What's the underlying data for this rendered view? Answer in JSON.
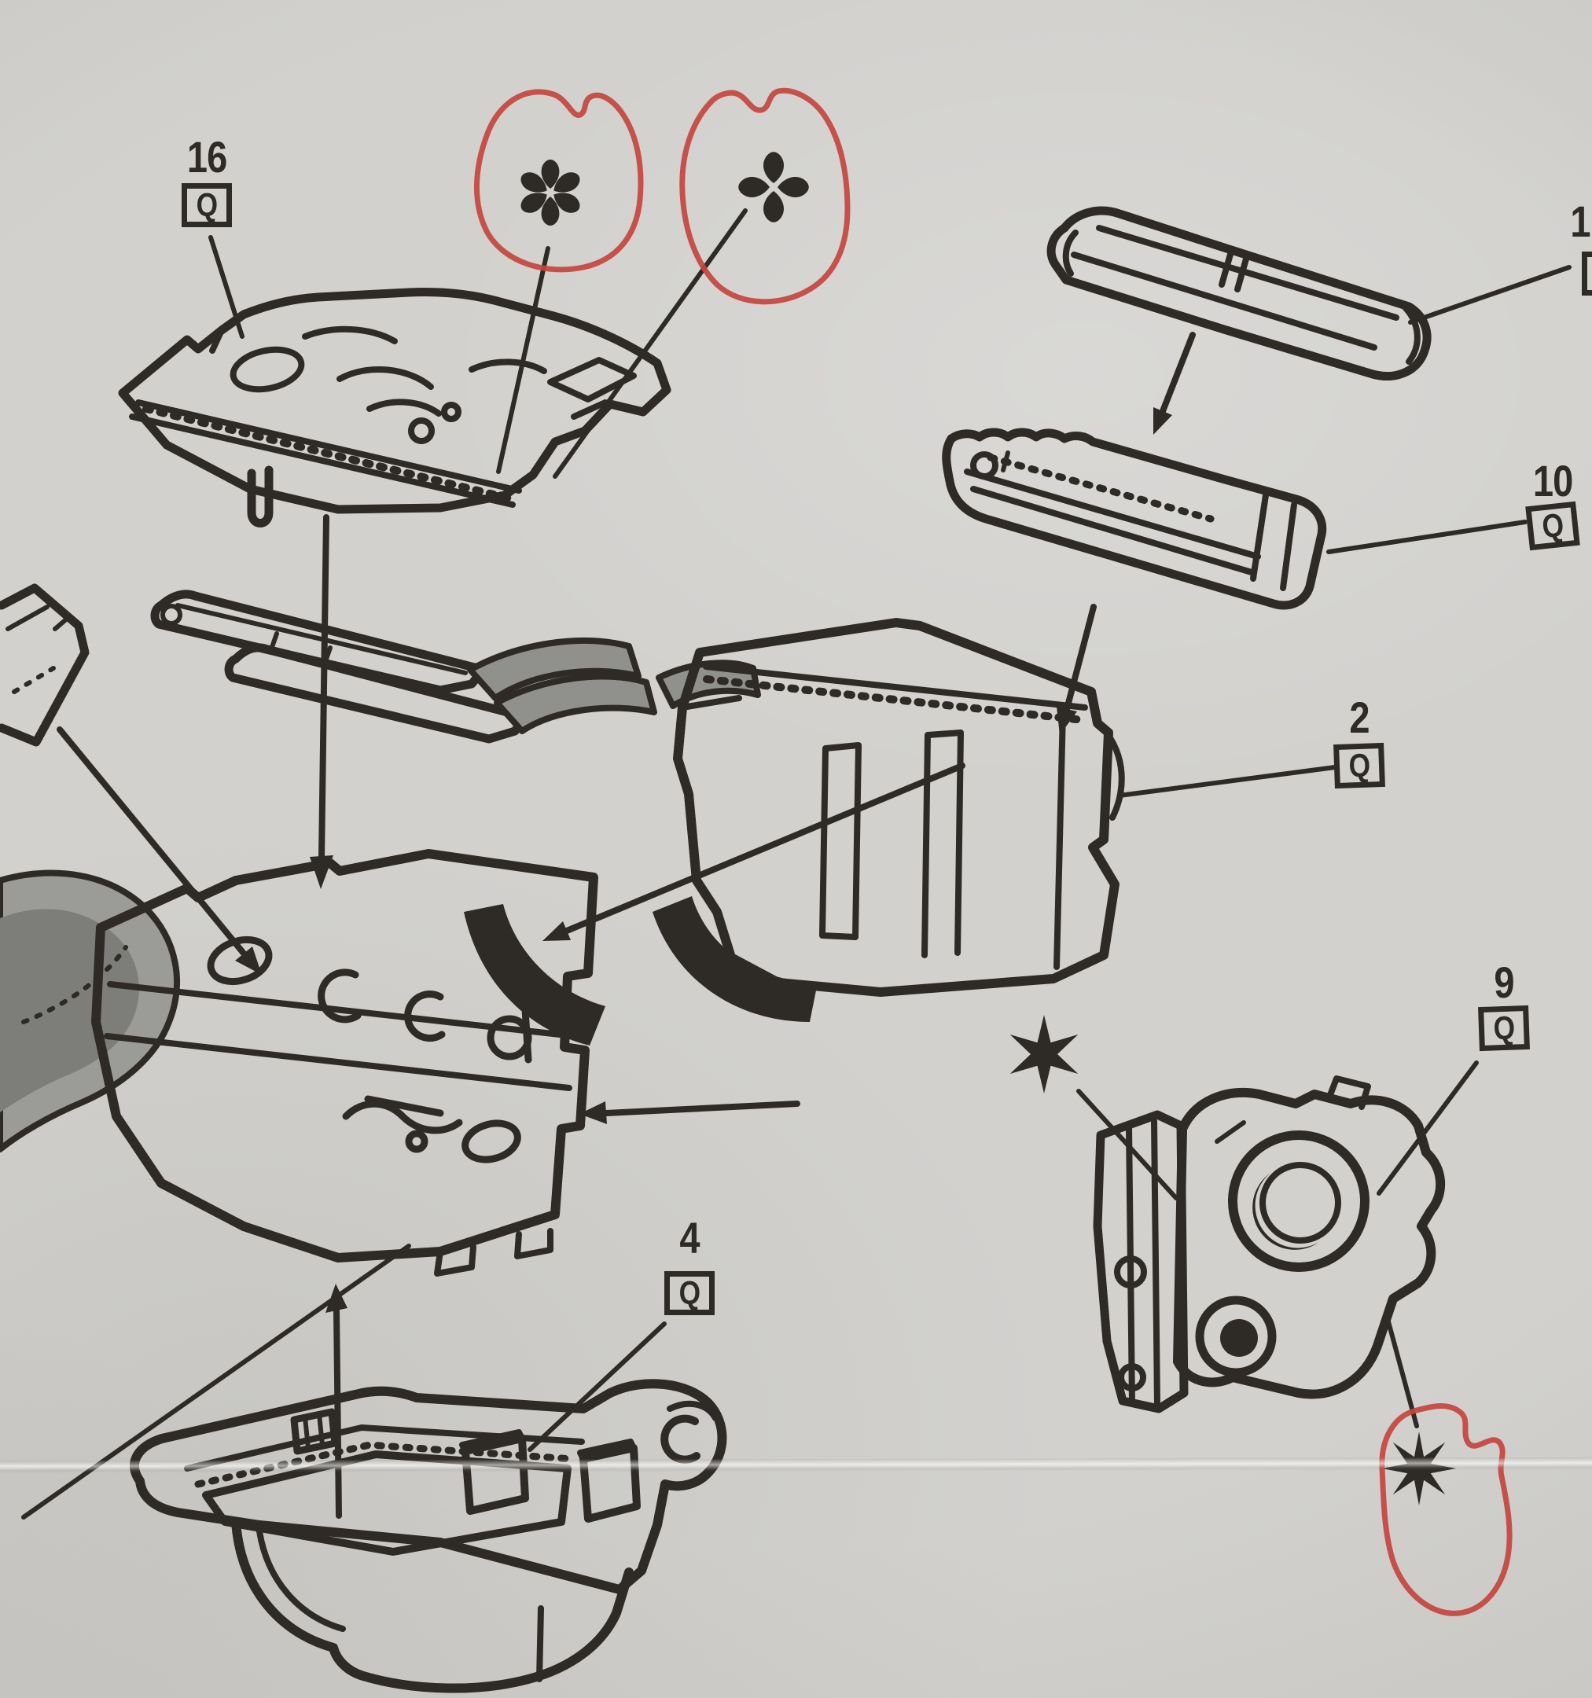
{
  "document": {
    "kind": "exploded assembly parts diagram (scanned instruction sheet)",
    "quantity_code": "Q"
  },
  "colors": {
    "paper": "#d2d1ce",
    "ink": "#2e2a25",
    "red_pen": "#c4453e",
    "shading_gray": "#90908d"
  },
  "callouts": {
    "part16": {
      "number": "16",
      "qty_code": "Q"
    },
    "part1": {
      "number": "1",
      "qty_code": "Q"
    },
    "part10": {
      "number": "10",
      "qty_code": "Q"
    },
    "part2": {
      "number": "2",
      "qty_code": "Q"
    },
    "part9": {
      "number": "9",
      "qty_code": "Q"
    },
    "part4": {
      "number": "4",
      "qty_code": "Q"
    }
  },
  "symbols": {
    "on_part16": [
      "six-petal-asterisk",
      "four-petal-clover"
    ],
    "on_part9": [
      "six-pointed-star",
      "eight-pointed-star"
    ],
    "circled_in_red_pen": [
      "six-petal-asterisk",
      "four-petal-clover",
      "eight-pointed-star"
    ]
  },
  "assembly_arrows": [
    "part 16 down onto control panel",
    "part 1 cover down onto part 10",
    "part 10 down onto part 2 housing",
    "part 2 housing diagonally onto control panel",
    "side piece into control panel notch",
    "part 4 tray up onto control panel",
    "edge part down-right onto control panel"
  ]
}
